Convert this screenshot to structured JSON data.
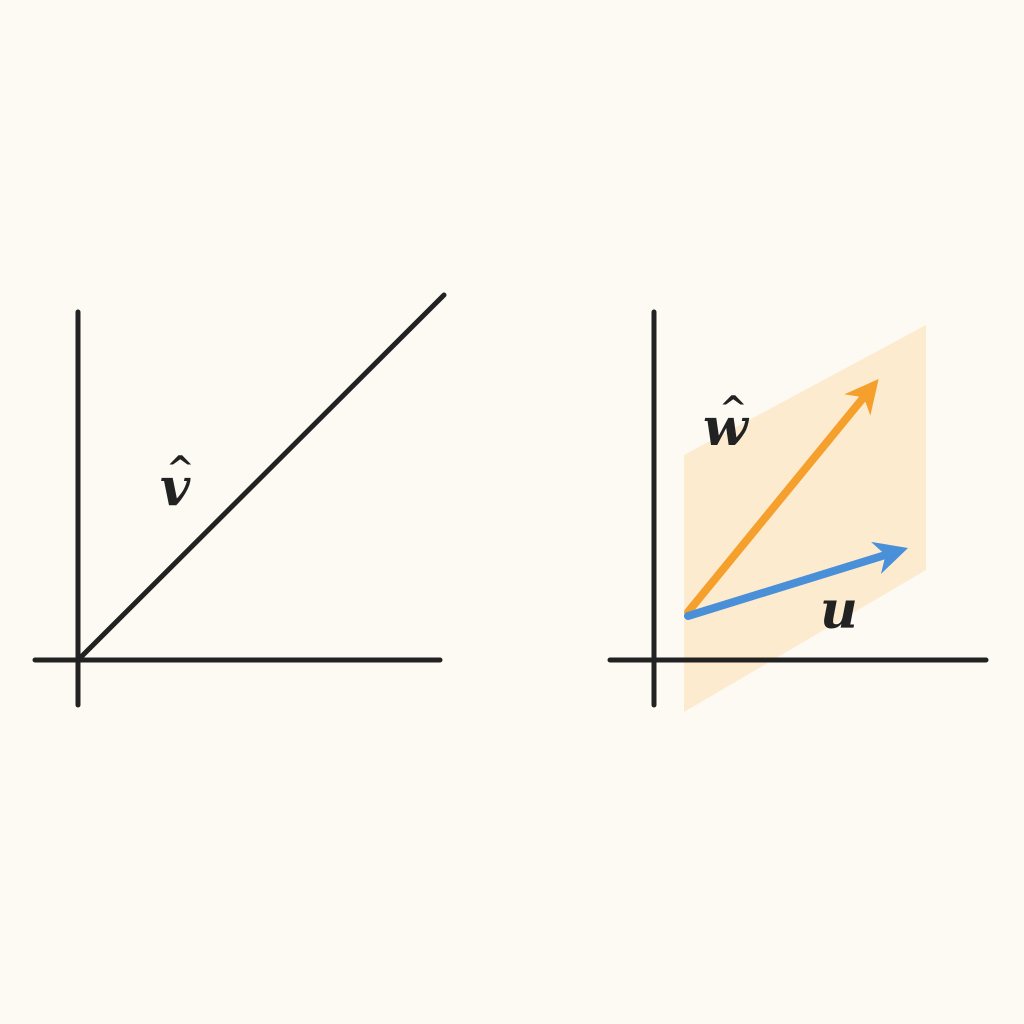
{
  "colors": {
    "background": "#fdfaf3",
    "axis": "#222222",
    "plane_fill": "#fbe8c8",
    "w_vector": "#f5a02c",
    "u_vector": "#4a90d9"
  },
  "left_diagram": {
    "vector_label": "v",
    "hat_symbol": "^"
  },
  "right_diagram": {
    "vector_w_label": "w",
    "vector_u_label": "u",
    "hat_symbol": "^"
  }
}
